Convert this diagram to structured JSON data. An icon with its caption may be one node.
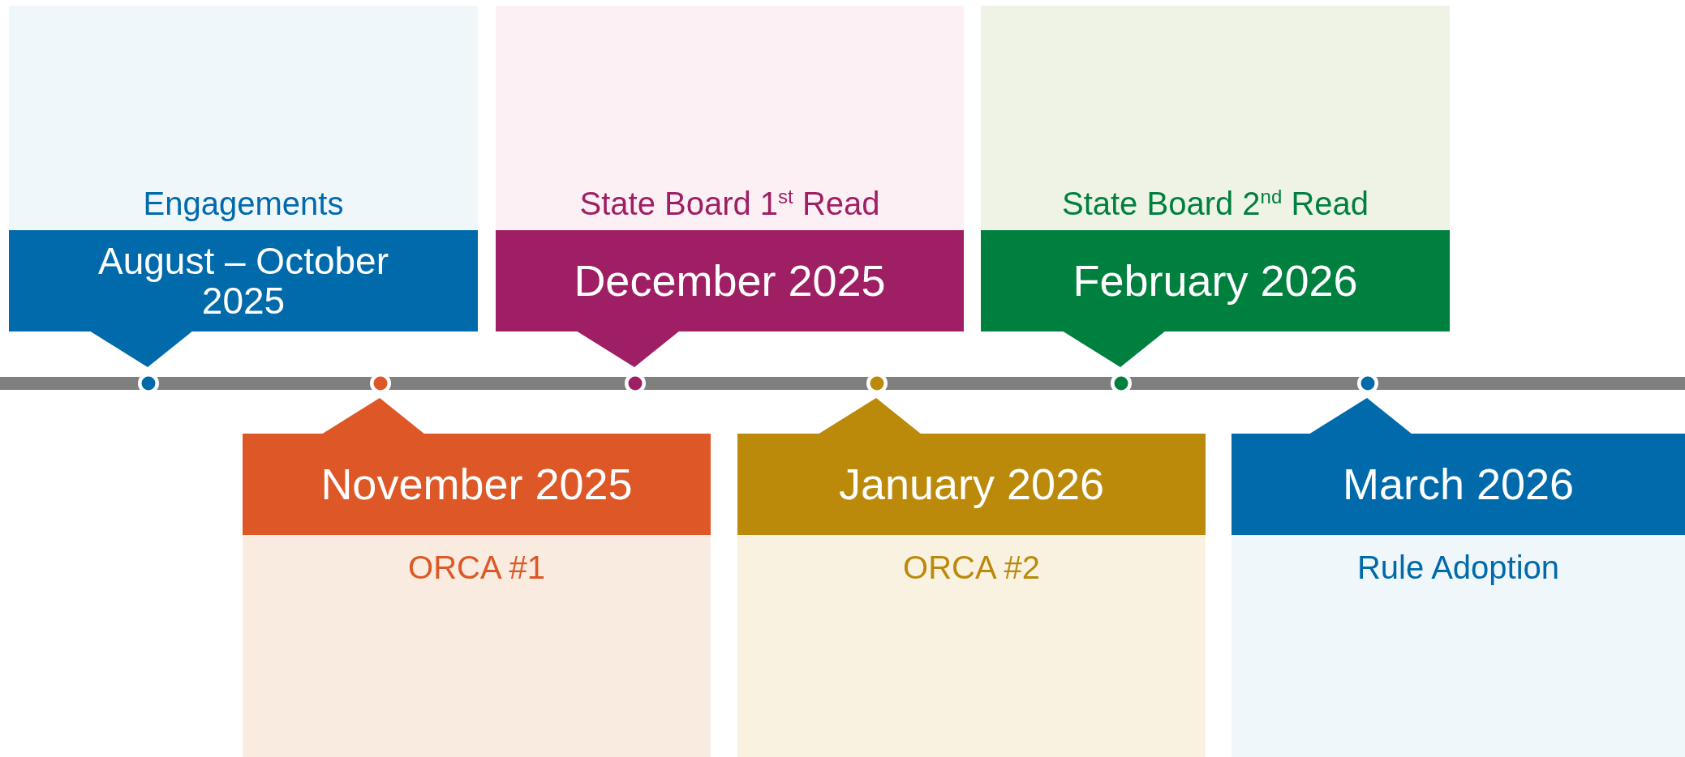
{
  "diagram": {
    "nodes": [
      {
        "text": [
          "Engagements"
        ]
      },
      {
        "text": [
          "August – October 2025"
        ],
        "in": 0
      },
      {
        "text": [
          "ORCA #1"
        ]
      },
      {
        "text": [
          "November 2025"
        ],
        "in": 2
      },
      {
        "text": [
          "State Board 1$^{st}$ Read"
        ]
      },
      {
        "text": [
          "December 2025"
        ],
        "in": 4
      },
      {
        "text": [
          "ORCA #2"
        ]
      },
      {
        "text": [
          "January 2026"
        ],
        "in": 6
      },
      {
        "text": [
          "State Board 2$^{nd}$ Read"
        ]
      },
      {
        "text": [
          "February 2026"
        ],
        "in": 8
      },
      {
        "text": [
          "Rule Adoption"
        ]
      },
      {
        "text": [
          "March 2026"
        ],
        "in": 10
      }
    ]
  }
}
